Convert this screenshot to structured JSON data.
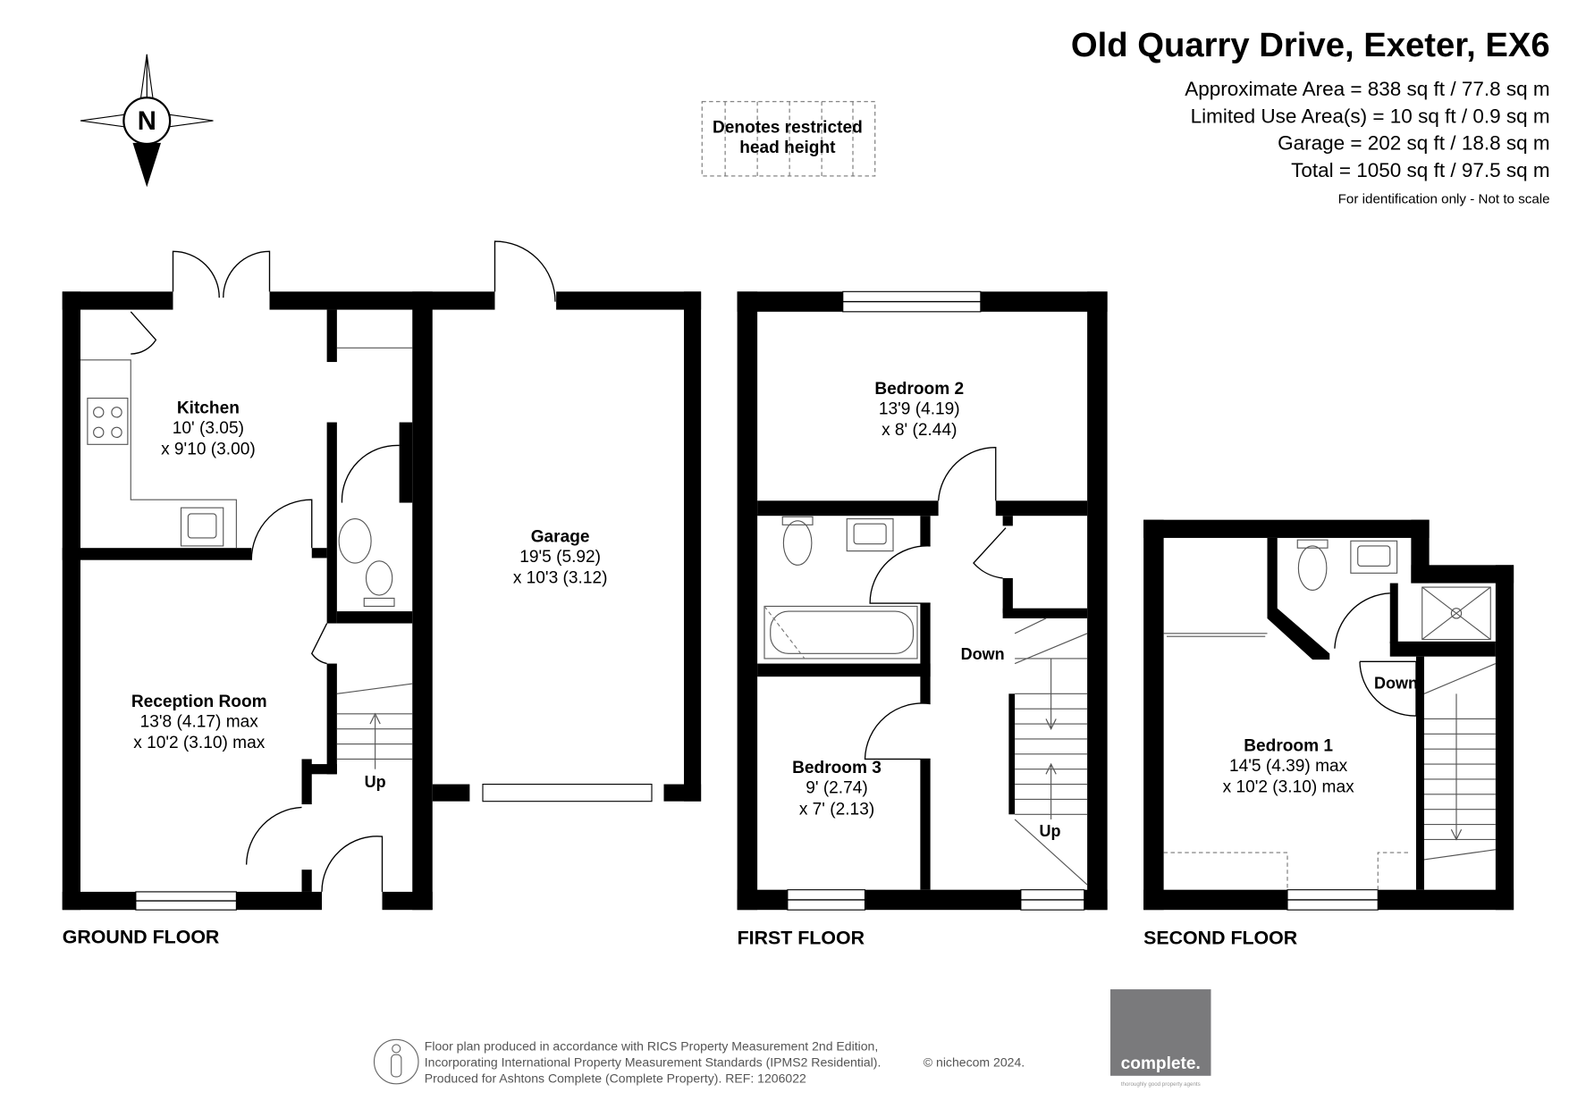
{
  "header": {
    "title": "Old Quarry Drive, Exeter, EX6",
    "areas": [
      "Approximate Area = 838 sq ft / 77.8 sq m",
      "Limited Use Area(s) = 10 sq ft / 0.9 sq m",
      "Garage = 202 sq ft / 18.8 sq m",
      "Total = 1050 sq ft / 97.5 sq m"
    ],
    "disclaimer": "For identification only - Not to scale"
  },
  "compass": {
    "label": "N",
    "icon": "compass-rose-icon"
  },
  "legend": {
    "line1": "Denotes restricted",
    "line2": "head height"
  },
  "floors": {
    "ground": {
      "label": "GROUND FLOOR",
      "rooms": [
        {
          "name": "Kitchen",
          "dim1": "10' (3.05)",
          "dim2": "x 9'10 (3.00)"
        },
        {
          "name": "Reception Room",
          "dim1": "13'8 (4.17) max",
          "dim2": "x 10'2 (3.10) max"
        },
        {
          "name": "Garage",
          "dim1": "19'5 (5.92)",
          "dim2": "x 10'3 (3.12)"
        }
      ],
      "stairs": "Up"
    },
    "first": {
      "label": "FIRST FLOOR",
      "rooms": [
        {
          "name": "Bedroom 2",
          "dim1": "13'9 (4.19)",
          "dim2": "x 8' (2.44)"
        },
        {
          "name": "Bedroom 3",
          "dim1": "9' (2.74)",
          "dim2": "x 7' (2.13)"
        }
      ],
      "stairs_down": "Down",
      "stairs_up": "Up"
    },
    "second": {
      "label": "SECOND FLOOR",
      "rooms": [
        {
          "name": "Bedroom 1",
          "dim1": "14'5 (4.39) max",
          "dim2": "x 10'2 (3.10) max"
        }
      ],
      "stairs_down": "Down"
    }
  },
  "footer": {
    "line1": "Floor plan produced in accordance with RICS Property Measurement 2nd Edition,",
    "line2": "Incorporating International Property Measurement Standards (IPMS2 Residential).",
    "copyright": "© nichecom 2024.",
    "line3": "Produced for Ashtons Complete (Complete Property).   REF: 1206022"
  },
  "logo": {
    "text": "complete.",
    "tagline": "thoroughly good property agents",
    "color": "#7a7a7c"
  }
}
